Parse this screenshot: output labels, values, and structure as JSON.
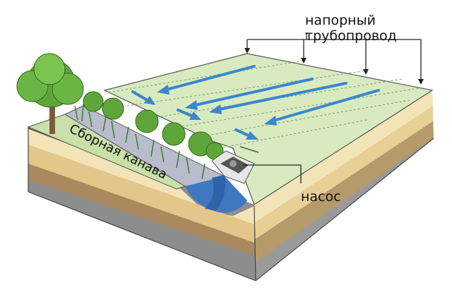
{
  "labels": {
    "pipeline_line1": "напорный",
    "pipeline_line2": "трубопровод",
    "pump": "насос",
    "ditch": "Сборная канава"
  },
  "colors": {
    "field": "#d8ebc0",
    "water": "#3f78c0",
    "arrow": "#3b86cc",
    "soil_light": "#f3e4b8",
    "soil_mid": "#e3c78a",
    "soil_dark": "#a88a5e",
    "bedrock": "#8a8a8a",
    "tree_green": "#5fa63a",
    "trunk": "#7a5a3a"
  }
}
